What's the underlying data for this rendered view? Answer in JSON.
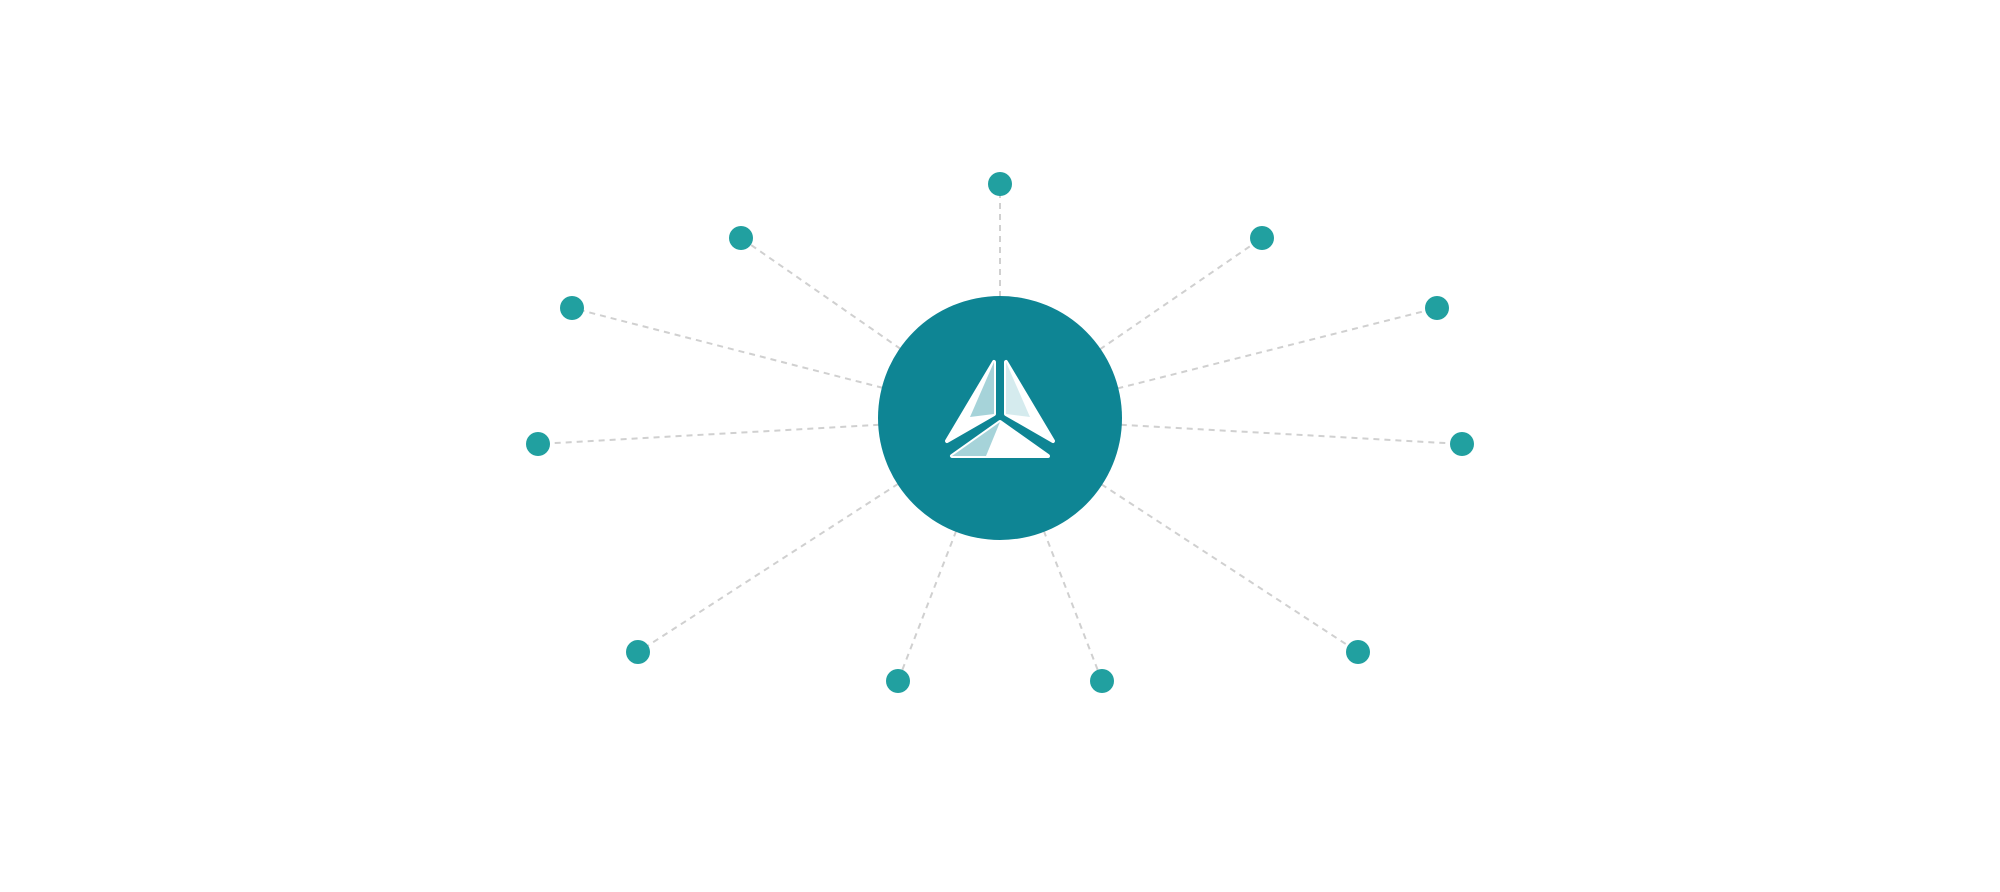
{
  "diagram": {
    "type": "hub-and-spoke",
    "hub": {
      "icon": "triangle-logo-icon",
      "color": "#0e8594",
      "icon_color": "#ffffff",
      "icon_shade_light": "#d5ebee",
      "icon_shade_mid": "#a6d3d9"
    },
    "spoke_count": 12,
    "node_color": "#21a0a0",
    "connector_color": "#d0d0d0",
    "connector_style": "dashed"
  }
}
